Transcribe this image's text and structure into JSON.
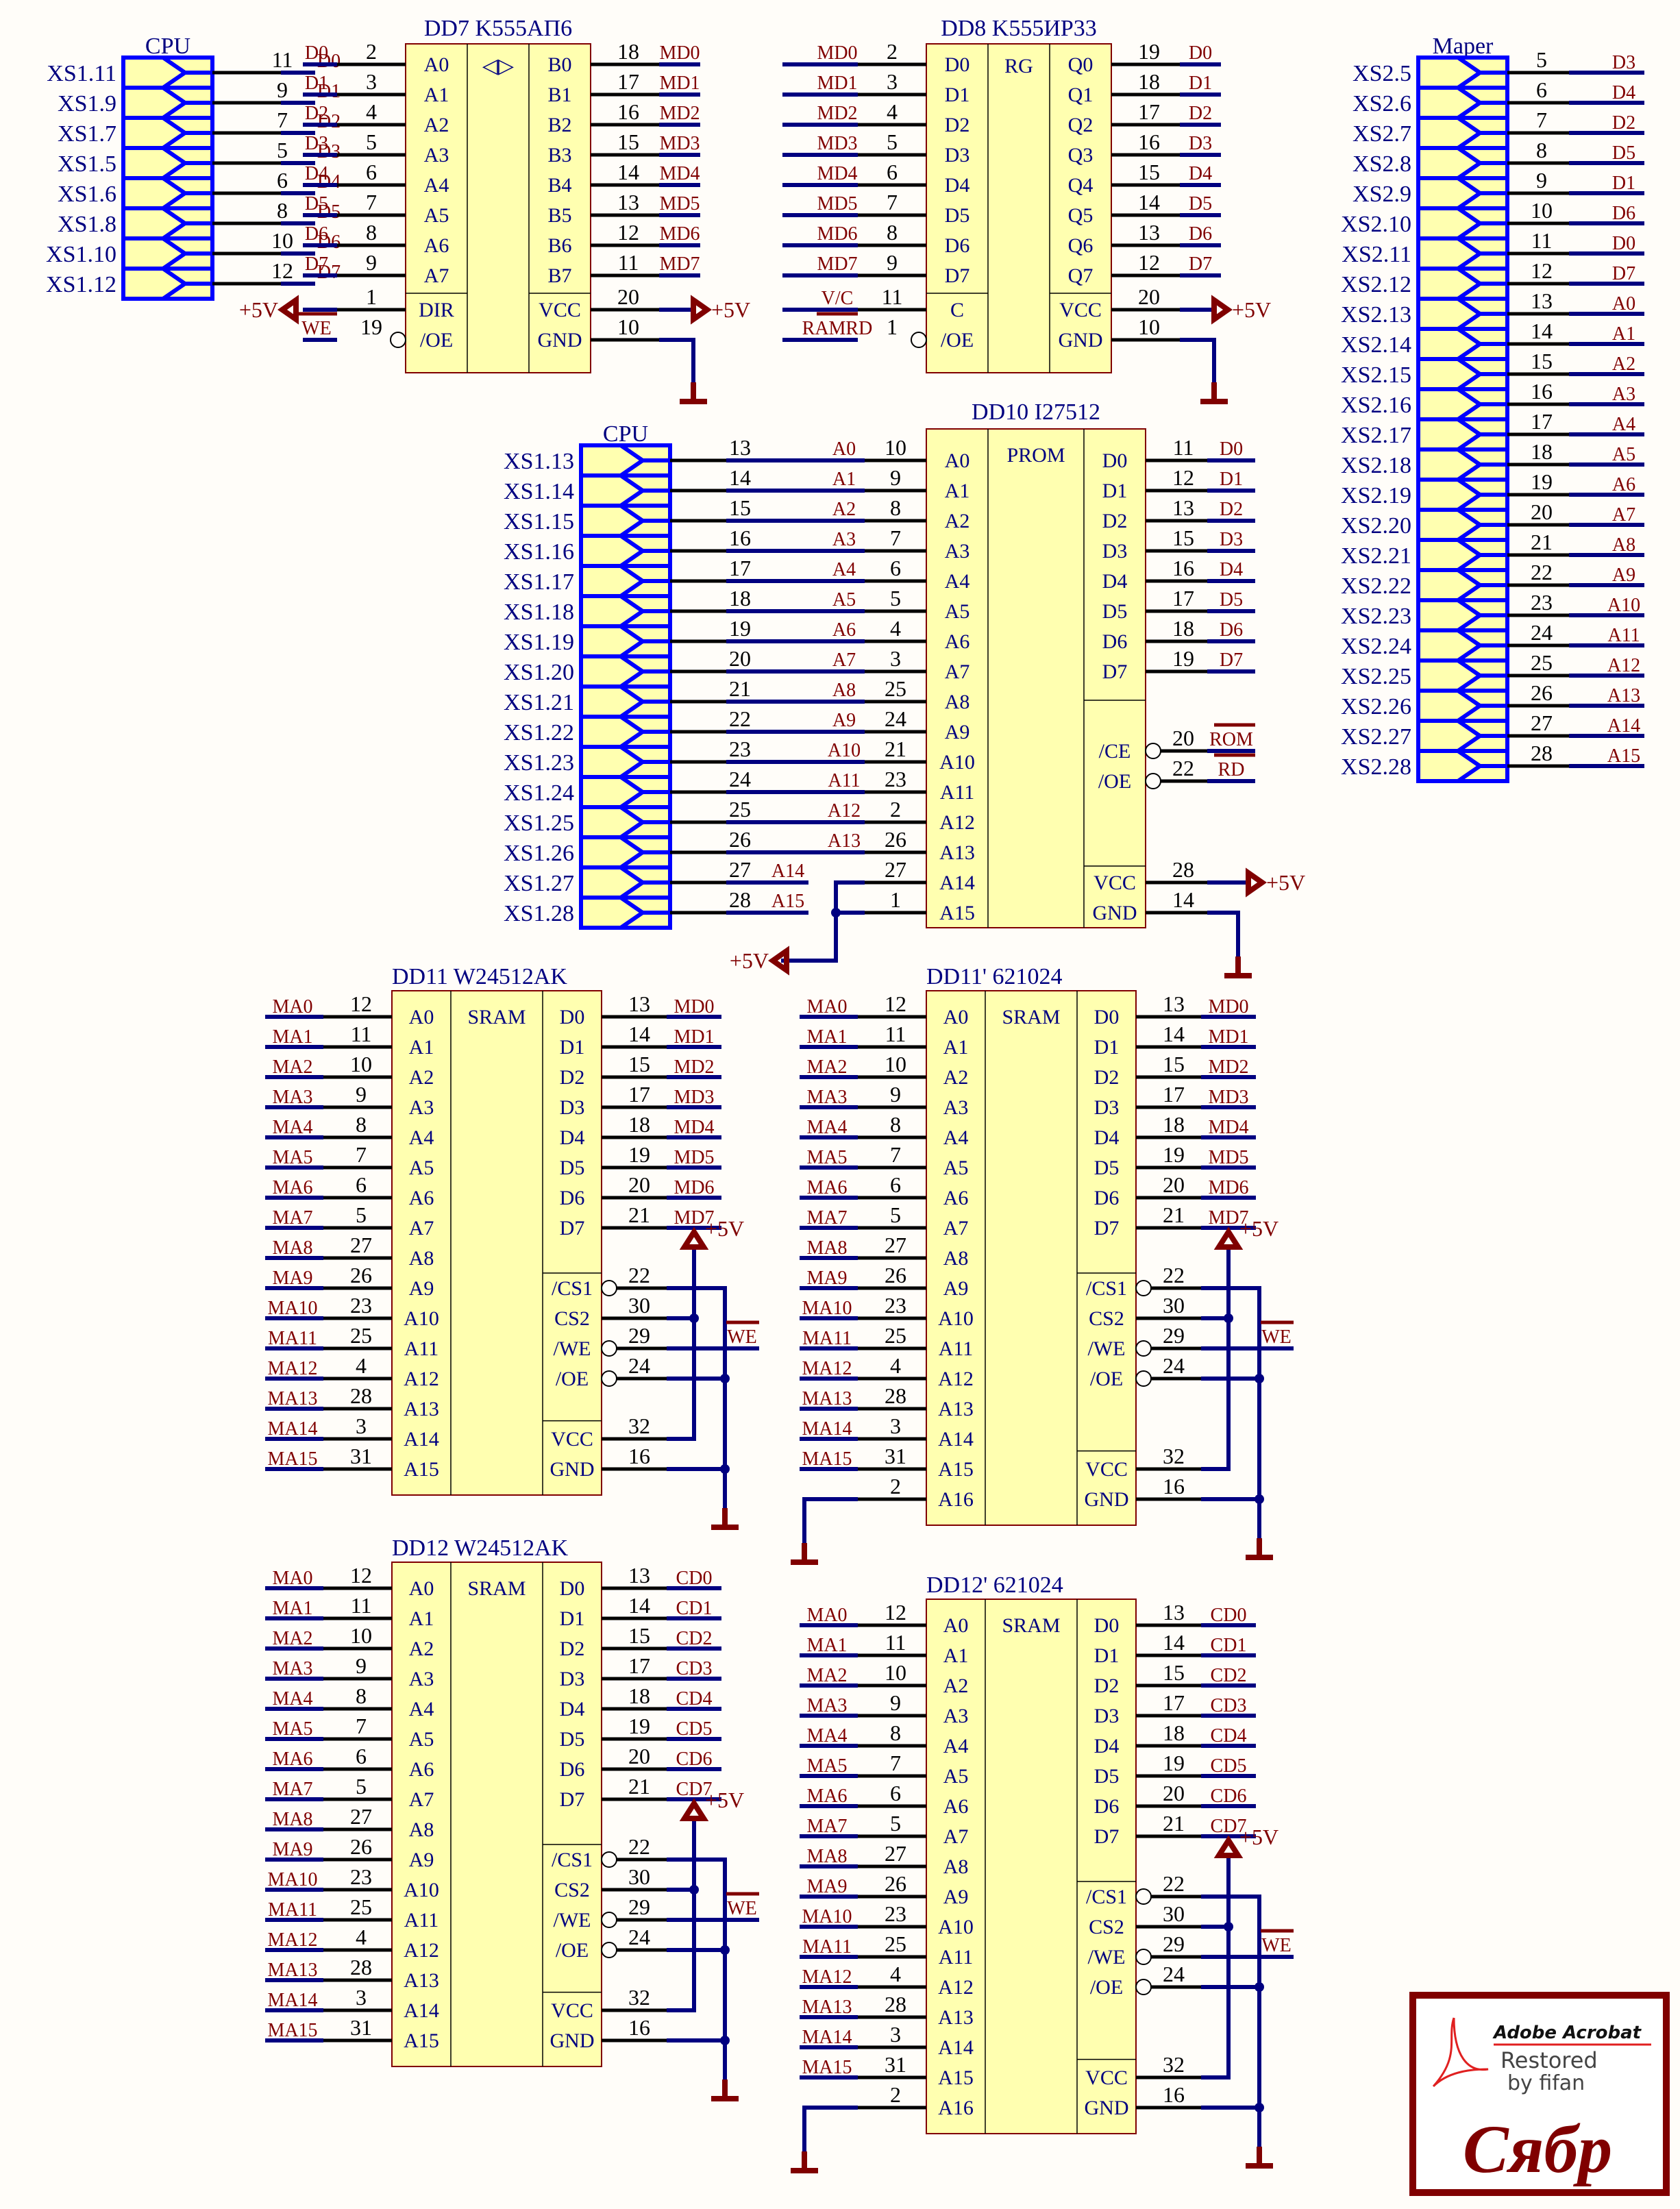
{
  "power_label": "+5V",
  "connectors": {
    "cpu1": {
      "title": "CPU",
      "pins": [
        "XS1.11",
        "XS1.9",
        "XS1.7",
        "XS1.5",
        "XS1.6",
        "XS1.8",
        "XS1.10",
        "XS1.12"
      ],
      "pin_numbers": [
        "11",
        "9",
        "7",
        "5",
        "6",
        "8",
        "10",
        "12"
      ],
      "nets": [
        "D0",
        "D1",
        "D2",
        "D3",
        "D4",
        "D5",
        "D6",
        "D7"
      ]
    },
    "cpu2": {
      "title": "CPU",
      "pins": [
        "XS1.13",
        "XS1.14",
        "XS1.15",
        "XS1.16",
        "XS1.17",
        "XS1.18",
        "XS1.19",
        "XS1.20",
        "XS1.21",
        "XS1.22",
        "XS1.23",
        "XS1.24",
        "XS1.25",
        "XS1.26",
        "XS1.27",
        "XS1.28"
      ],
      "pin_numbers": [
        "13",
        "14",
        "15",
        "16",
        "17",
        "18",
        "19",
        "20",
        "21",
        "22",
        "23",
        "24",
        "25",
        "26",
        "27",
        "28"
      ],
      "nets": [
        "",
        "",
        "",
        "",
        "",
        "",
        "",
        "",
        "",
        "",
        "",
        "",
        "",
        "",
        "A14",
        "A15"
      ]
    },
    "maper": {
      "title": "Maper",
      "pins": [
        "XS2.5",
        "XS2.6",
        "XS2.7",
        "XS2.8",
        "XS2.9",
        "XS2.10",
        "XS2.11",
        "XS2.12",
        "XS2.13",
        "XS2.14",
        "XS2.15",
        "XS2.16",
        "XS2.17",
        "XS2.18",
        "XS2.19",
        "XS2.20",
        "XS2.21",
        "XS2.22",
        "XS2.23",
        "XS2.24",
        "XS2.25",
        "XS2.26",
        "XS2.27",
        "XS2.28"
      ],
      "pin_numbers": [
        "5",
        "6",
        "7",
        "8",
        "9",
        "10",
        "11",
        "12",
        "13",
        "14",
        "15",
        "16",
        "17",
        "18",
        "19",
        "20",
        "21",
        "22",
        "23",
        "24",
        "25",
        "26",
        "27",
        "28"
      ],
      "nets": [
        "D3",
        "D4",
        "D2",
        "D5",
        "D1",
        "D6",
        "D0",
        "D7",
        "A0",
        "A1",
        "A2",
        "A3",
        "A4",
        "A5",
        "A6",
        "A7",
        "A8",
        "A9",
        "A10",
        "A11",
        "A12",
        "A13",
        "A14",
        "A15"
      ]
    }
  },
  "chips": {
    "dd7": {
      "title": "DD7 K555АП6",
      "center_label": "◁▷",
      "left": [
        {
          "name": "A0",
          "num": "2",
          "net": "D0"
        },
        {
          "name": "A1",
          "num": "3",
          "net": "D1"
        },
        {
          "name": "A2",
          "num": "4",
          "net": "D2"
        },
        {
          "name": "A3",
          "num": "5",
          "net": "D3"
        },
        {
          "name": "A4",
          "num": "6",
          "net": "D4"
        },
        {
          "name": "A5",
          "num": "7",
          "net": "D5"
        },
        {
          "name": "A6",
          "num": "8",
          "net": "D6"
        },
        {
          "name": "A7",
          "num": "9",
          "net": "D7"
        },
        {
          "name": "DIR",
          "num": "1",
          "net": "+5V"
        },
        {
          "name": "/OE",
          "num": "19",
          "net": "WE",
          "inverted": true
        }
      ],
      "right": [
        {
          "name": "B0",
          "num": "18",
          "net": "MD0"
        },
        {
          "name": "B1",
          "num": "17",
          "net": "MD1"
        },
        {
          "name": "B2",
          "num": "16",
          "net": "MD2"
        },
        {
          "name": "B3",
          "num": "15",
          "net": "MD3"
        },
        {
          "name": "B4",
          "num": "14",
          "net": "MD4"
        },
        {
          "name": "B5",
          "num": "13",
          "net": "MD5"
        },
        {
          "name": "B6",
          "num": "12",
          "net": "MD6"
        },
        {
          "name": "B7",
          "num": "11",
          "net": "MD7"
        },
        {
          "name": "VCC",
          "num": "20",
          "net": "+5V"
        },
        {
          "name": "GND",
          "num": "10",
          "net": "GND"
        }
      ]
    },
    "dd8": {
      "title": "DD8   K555ИР33",
      "center_label": "RG",
      "left": [
        {
          "name": "D0",
          "num": "2",
          "net": "MD0"
        },
        {
          "name": "D1",
          "num": "3",
          "net": "MD1"
        },
        {
          "name": "D2",
          "num": "4",
          "net": "MD2"
        },
        {
          "name": "D3",
          "num": "5",
          "net": "MD3"
        },
        {
          "name": "D4",
          "num": "6",
          "net": "MD4"
        },
        {
          "name": "D5",
          "num": "7",
          "net": "MD5"
        },
        {
          "name": "D6",
          "num": "8",
          "net": "MD6"
        },
        {
          "name": "D7",
          "num": "9",
          "net": "MD7"
        },
        {
          "name": "C",
          "num": "11",
          "net": "V/C"
        },
        {
          "name": "/OE",
          "num": "1",
          "net": "RAMRD",
          "inverted": true
        }
      ],
      "right": [
        {
          "name": "Q0",
          "num": "19",
          "net": "D0"
        },
        {
          "name": "Q1",
          "num": "18",
          "net": "D1"
        },
        {
          "name": "Q2",
          "num": "17",
          "net": "D2"
        },
        {
          "name": "Q3",
          "num": "16",
          "net": "D3"
        },
        {
          "name": "Q4",
          "num": "15",
          "net": "D4"
        },
        {
          "name": "Q5",
          "num": "14",
          "net": "D5"
        },
        {
          "name": "Q6",
          "num": "13",
          "net": "D6"
        },
        {
          "name": "Q7",
          "num": "12",
          "net": "D7"
        },
        {
          "name": "VCC",
          "num": "20",
          "net": "+5V"
        },
        {
          "name": "GND",
          "num": "10",
          "net": "GND"
        }
      ]
    },
    "dd10": {
      "title": "DD10 I27512",
      "center_label": "PROM",
      "left": [
        {
          "name": "A0",
          "num": "10",
          "net": "A0"
        },
        {
          "name": "A1",
          "num": "9",
          "net": "A1"
        },
        {
          "name": "A2",
          "num": "8",
          "net": "A2"
        },
        {
          "name": "A3",
          "num": "7",
          "net": "A3"
        },
        {
          "name": "A4",
          "num": "6",
          "net": "A4"
        },
        {
          "name": "A5",
          "num": "5",
          "net": "A5"
        },
        {
          "name": "A6",
          "num": "4",
          "net": "A6"
        },
        {
          "name": "A7",
          "num": "3",
          "net": "A7"
        },
        {
          "name": "A8",
          "num": "25",
          "net": "A8"
        },
        {
          "name": "A9",
          "num": "24",
          "net": "A9"
        },
        {
          "name": "A10",
          "num": "21",
          "net": "A10"
        },
        {
          "name": "A11",
          "num": "23",
          "net": "A11"
        },
        {
          "name": "A12",
          "num": "2",
          "net": "A12"
        },
        {
          "name": "A13",
          "num": "26",
          "net": "A13"
        },
        {
          "name": "A14",
          "num": "27",
          "net": ""
        },
        {
          "name": "A15",
          "num": "1",
          "net": ""
        }
      ],
      "right": [
        {
          "name": "D0",
          "num": "11",
          "net": "D0"
        },
        {
          "name": "D1",
          "num": "12",
          "net": "D1"
        },
        {
          "name": "D2",
          "num": "13",
          "net": "D2"
        },
        {
          "name": "D3",
          "num": "15",
          "net": "D3"
        },
        {
          "name": "D4",
          "num": "16",
          "net": "D4"
        },
        {
          "name": "D5",
          "num": "17",
          "net": "D5"
        },
        {
          "name": "D6",
          "num": "18",
          "net": "D6"
        },
        {
          "name": "D7",
          "num": "19",
          "net": "D7"
        },
        {
          "name": "/CE",
          "num": "20",
          "net": "ROM",
          "inverted": true
        },
        {
          "name": "/OE",
          "num": "22",
          "net": "RD",
          "inverted": true
        },
        {
          "name": "VCC",
          "num": "28",
          "net": "+5V"
        },
        {
          "name": "GND",
          "num": "14",
          "net": "GND"
        }
      ]
    },
    "dd11": {
      "title": "DD11  W24512AK",
      "center_label": "SRAM",
      "left_nets": [
        "MA0",
        "MA1",
        "MA2",
        "MA3",
        "MA4",
        "MA5",
        "MA6",
        "MA7",
        "MA8",
        "MA9",
        "MA10",
        "MA11",
        "MA12",
        "MA13",
        "MA14",
        "MA15"
      ],
      "left_nums": [
        "12",
        "11",
        "10",
        "9",
        "8",
        "7",
        "6",
        "5",
        "27",
        "26",
        "23",
        "25",
        "4",
        "28",
        "3",
        "31"
      ],
      "data_nets": [
        "MD0",
        "MD1",
        "MD2",
        "MD3",
        "MD4",
        "MD5",
        "MD6",
        "MD7"
      ],
      "data_nums": [
        "13",
        "14",
        "15",
        "17",
        "18",
        "19",
        "20",
        "21"
      ],
      "ctrl": [
        {
          "name": "/CS1",
          "num": "22"
        },
        {
          "name": "CS2",
          "num": "30"
        },
        {
          "name": "/WE",
          "num": "29"
        },
        {
          "name": "/OE",
          "num": "24"
        }
      ],
      "pwr": [
        {
          "name": "VCC",
          "num": "32"
        },
        {
          "name": "GND",
          "num": "16"
        }
      ],
      "we_net": "WE"
    },
    "dd11b": {
      "title": "DD11' 621024",
      "center_label": "SRAM",
      "left_nets": [
        "MA0",
        "MA1",
        "MA2",
        "MA3",
        "MA4",
        "MA5",
        "MA6",
        "MA7",
        "MA8",
        "MA9",
        "MA10",
        "MA11",
        "MA12",
        "MA13",
        "MA14",
        "MA15",
        ""
      ],
      "left_nums": [
        "12",
        "11",
        "10",
        "9",
        "8",
        "7",
        "6",
        "5",
        "27",
        "26",
        "23",
        "25",
        "4",
        "28",
        "3",
        "31",
        "2"
      ],
      "data_nets": [
        "MD0",
        "MD1",
        "MD2",
        "MD3",
        "MD4",
        "MD5",
        "MD6",
        "MD7"
      ],
      "data_nums": [
        "13",
        "14",
        "15",
        "17",
        "18",
        "19",
        "20",
        "21"
      ],
      "ctrl": [
        {
          "name": "/CS1",
          "num": "22"
        },
        {
          "name": "CS2",
          "num": "30"
        },
        {
          "name": "/WE",
          "num": "29"
        },
        {
          "name": "/OE",
          "num": "24"
        }
      ],
      "pwr": [
        {
          "name": "VCC",
          "num": "32"
        },
        {
          "name": "GND",
          "num": "16"
        }
      ],
      "we_net": "WE"
    },
    "dd12": {
      "title": "DD12  W24512AK",
      "center_label": "SRAM",
      "left_nets": [
        "MA0",
        "MA1",
        "MA2",
        "MA3",
        "MA4",
        "MA5",
        "MA6",
        "MA7",
        "MA8",
        "MA9",
        "MA10",
        "MA11",
        "MA12",
        "MA13",
        "MA14",
        "MA15"
      ],
      "left_nums": [
        "12",
        "11",
        "10",
        "9",
        "8",
        "7",
        "6",
        "5",
        "27",
        "26",
        "23",
        "25",
        "4",
        "28",
        "3",
        "31"
      ],
      "data_nets": [
        "CD0",
        "CD1",
        "CD2",
        "CD3",
        "CD4",
        "CD5",
        "CD6",
        "CD7"
      ],
      "data_nums": [
        "13",
        "14",
        "15",
        "17",
        "18",
        "19",
        "20",
        "21"
      ],
      "ctrl": [
        {
          "name": "/CS1",
          "num": "22"
        },
        {
          "name": "CS2",
          "num": "30"
        },
        {
          "name": "/WE",
          "num": "29"
        },
        {
          "name": "/OE",
          "num": "24"
        }
      ],
      "pwr": [
        {
          "name": "VCC",
          "num": "32"
        },
        {
          "name": "GND",
          "num": "16"
        }
      ],
      "we_net": "WE"
    },
    "dd12b": {
      "title": "DD12' 621024",
      "center_label": "SRAM",
      "left_nets": [
        "MA0",
        "MA1",
        "MA2",
        "MA3",
        "MA4",
        "MA5",
        "MA6",
        "MA7",
        "MA8",
        "MA9",
        "MA10",
        "MA11",
        "MA12",
        "MA13",
        "MA14",
        "MA15",
        ""
      ],
      "left_nums": [
        "12",
        "11",
        "10",
        "9",
        "8",
        "7",
        "6",
        "5",
        "27",
        "26",
        "23",
        "25",
        "4",
        "28",
        "3",
        "31",
        "2"
      ],
      "data_nets": [
        "CD0",
        "CD1",
        "CD2",
        "CD3",
        "CD4",
        "CD5",
        "CD6",
        "CD7"
      ],
      "data_nums": [
        "13",
        "14",
        "15",
        "17",
        "18",
        "19",
        "20",
        "21"
      ],
      "ctrl": [
        {
          "name": "/CS1",
          "num": "22"
        },
        {
          "name": "CS2",
          "num": "30"
        },
        {
          "name": "/WE",
          "num": "29"
        },
        {
          "name": "/OE",
          "num": "24"
        }
      ],
      "pwr": [
        {
          "name": "VCC",
          "num": "32"
        },
        {
          "name": "GND",
          "num": "16"
        }
      ],
      "we_net": "WE"
    }
  },
  "logo": {
    "brand": "Adobe Acrobat",
    "line1": "Restored",
    "line2": "by fifan",
    "signature": "Сябр"
  }
}
